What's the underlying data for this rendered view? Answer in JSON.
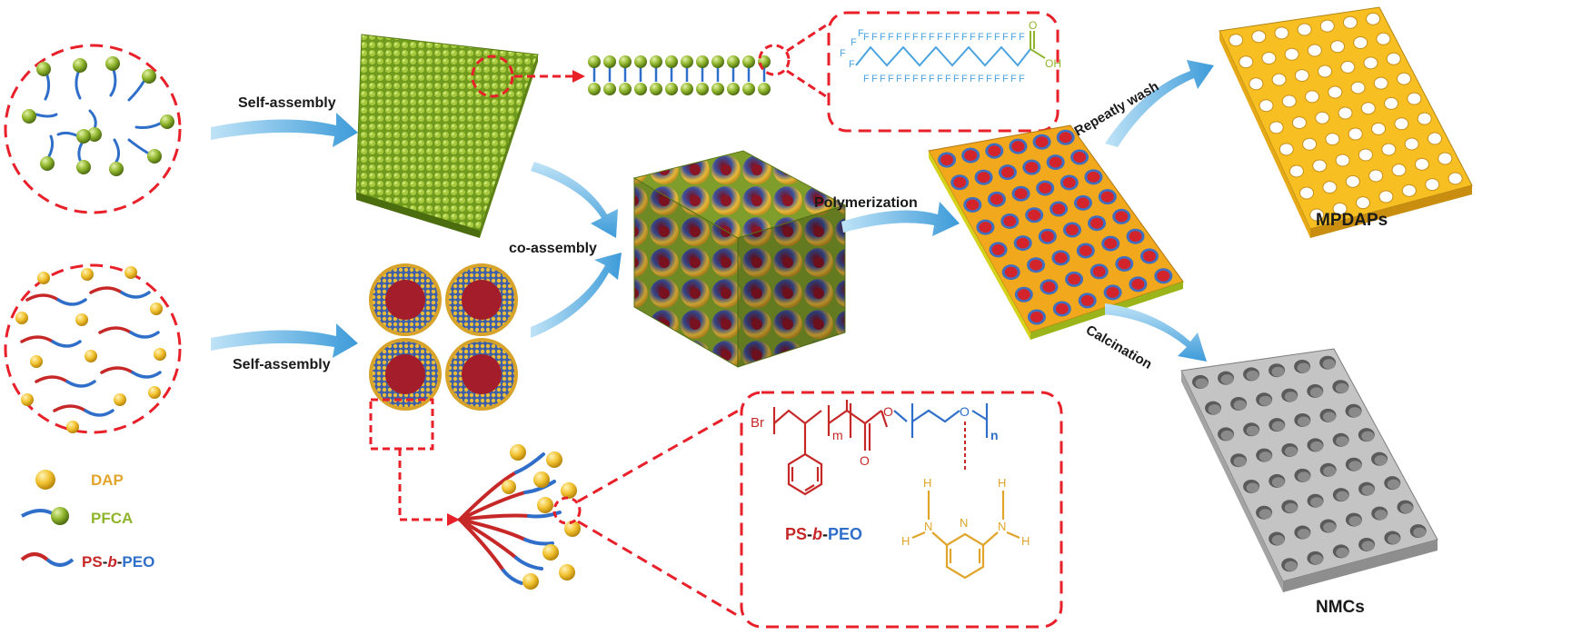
{
  "labels": {
    "self_assembly_top": "Self-assembly",
    "self_assembly_bottom": "Self-assembly",
    "co_assembly": "co-assembly",
    "polymerization": "Polymerization",
    "repeat_wash": "Repeatly wash",
    "calcination": "Calcination",
    "product_1": "MPDAPs",
    "product_2": "NMCs"
  },
  "legend": {
    "dap": "DAP",
    "pfca": "PFCA",
    "ps": "PS",
    "dash1": "-",
    "b": "b",
    "dash2": "-",
    "peo": "PEO"
  },
  "chem": {
    "pfca_oh": "OH",
    "pfca_o": "O",
    "f": "F",
    "br": "Br",
    "m": "m",
    "n": "n",
    "o": "O",
    "h": "H",
    "n_atom": "N",
    "ps_label": "PS",
    "b_label": "b",
    "peo_label": "PEO",
    "dash": "-"
  },
  "colors": {
    "red_dash": "#e8202a",
    "arrow_blue": "#4aa6de",
    "green": "#8fb52c",
    "yellow": "#f2c230",
    "orange_plate": "#f5b21f",
    "ps_red": "#c62828",
    "peo_blue": "#2f6fc9",
    "fluoro_blue": "#4aa3e0",
    "gray": "#b7b7b7"
  }
}
